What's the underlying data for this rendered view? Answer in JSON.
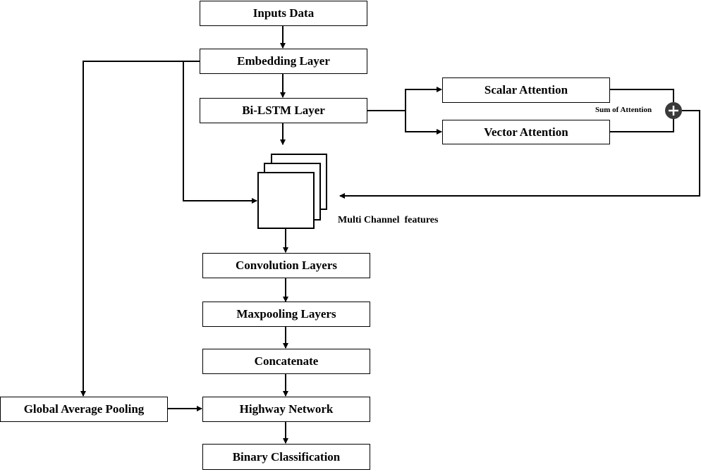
{
  "diagram": {
    "nodes": {
      "inputs": "Inputs Data",
      "embedding": "Embedding Layer",
      "bilstm": "Bi-LSTM Layer",
      "scalar_attention": "Scalar Attention",
      "vector_attention": "Vector Attention",
      "convolution": "Convolution Layers",
      "maxpooling": "Maxpooling Layers",
      "concatenate": "Concatenate",
      "highway": "Highway Network",
      "binary": "Binary Classification",
      "gap": "Global Average Pooling"
    },
    "labels": {
      "sum_of_attention": "Sum of Attention",
      "multi_channel": "Multi Channel  features"
    },
    "colors": {
      "line": "#000000",
      "sum_node": "#3a3a3a"
    },
    "icons": {
      "sum_node": "plus-circle-icon"
    }
  }
}
